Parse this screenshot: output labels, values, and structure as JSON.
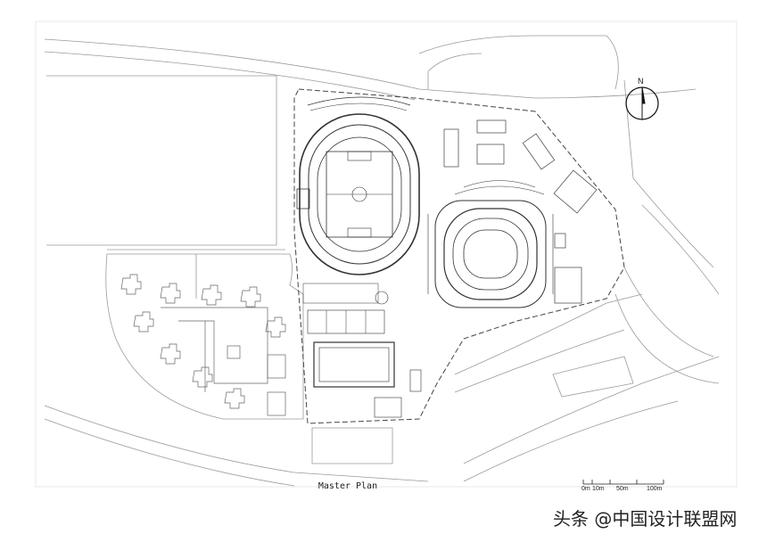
{
  "caption": "Master Plan",
  "north_label": "N",
  "scale_bar": {
    "labels": [
      "0m",
      "10m",
      "50m",
      "100m"
    ]
  },
  "watermark": "头条 @中国设计联盟网",
  "colors": {
    "line": "#9a9a9a",
    "dark": "#333333",
    "boundary": "#444444"
  }
}
